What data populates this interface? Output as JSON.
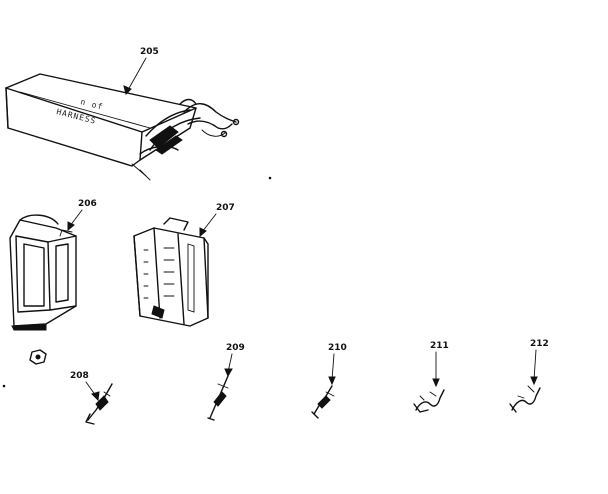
{
  "parts": [
    {
      "id": "205",
      "label": "205",
      "name": "wiring-harness",
      "wrap_text_top": "n of",
      "wrap_text_bottom": "HARNESS"
    },
    {
      "id": "206",
      "label": "206",
      "name": "connector-housing-a"
    },
    {
      "id": "207",
      "label": "207",
      "name": "connector-housing-b"
    },
    {
      "id": "208",
      "label": "208",
      "name": "terminal-208"
    },
    {
      "id": "209",
      "label": "209",
      "name": "terminal-209"
    },
    {
      "id": "210",
      "label": "210",
      "name": "terminal-210"
    },
    {
      "id": "211",
      "label": "211",
      "name": "terminal-211"
    },
    {
      "id": "212",
      "label": "212",
      "name": "terminal-212"
    }
  ]
}
